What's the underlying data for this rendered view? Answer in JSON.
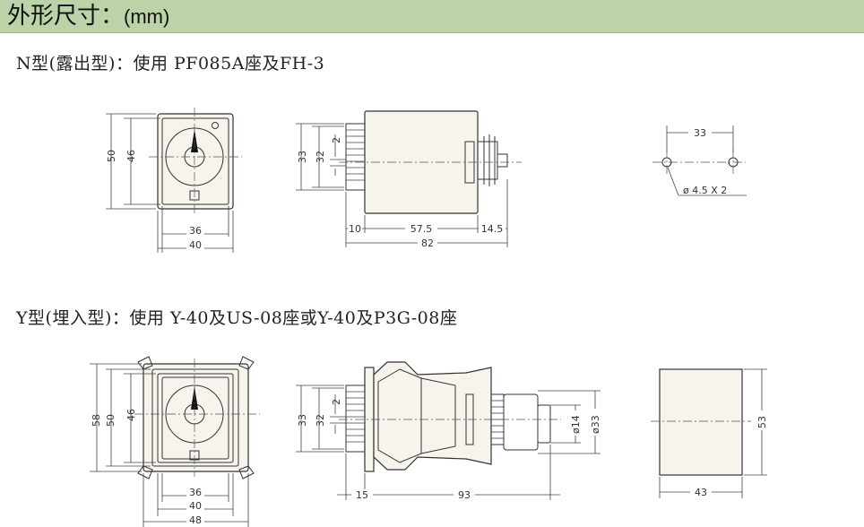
{
  "header": {
    "title": "外形尺寸：",
    "unit": "(mm)"
  },
  "section_n": {
    "title": "N型(露出型)：使用 PF085A座及FH-3",
    "front": {
      "outer_h": "50",
      "inner_h": "46",
      "inner_w": "36",
      "outer_w": "40"
    },
    "side": {
      "h_outer": "33",
      "h_inner": "32",
      "offset": "2",
      "knob": "10",
      "body": "57.5",
      "pins": "14.5",
      "total": "82"
    },
    "mount": {
      "spacing": "33",
      "holes": "ø 4.5 X 2"
    }
  },
  "section_y": {
    "title": "Y型(埋入型)：使用 Y-40及US-08座或Y-40及P3G-08座",
    "front": {
      "outer_h": "58",
      "mid_h": "50",
      "inner_h": "46",
      "inner_w": "36",
      "mid_w": "40",
      "outer_w": "48"
    },
    "side": {
      "h_outer": "33",
      "h_inner": "32",
      "offset": "2",
      "knob": "15",
      "total": "93",
      "d_small": "ø14",
      "d_large": "ø33"
    },
    "cutout": {
      "height": "53",
      "width": "43"
    }
  }
}
